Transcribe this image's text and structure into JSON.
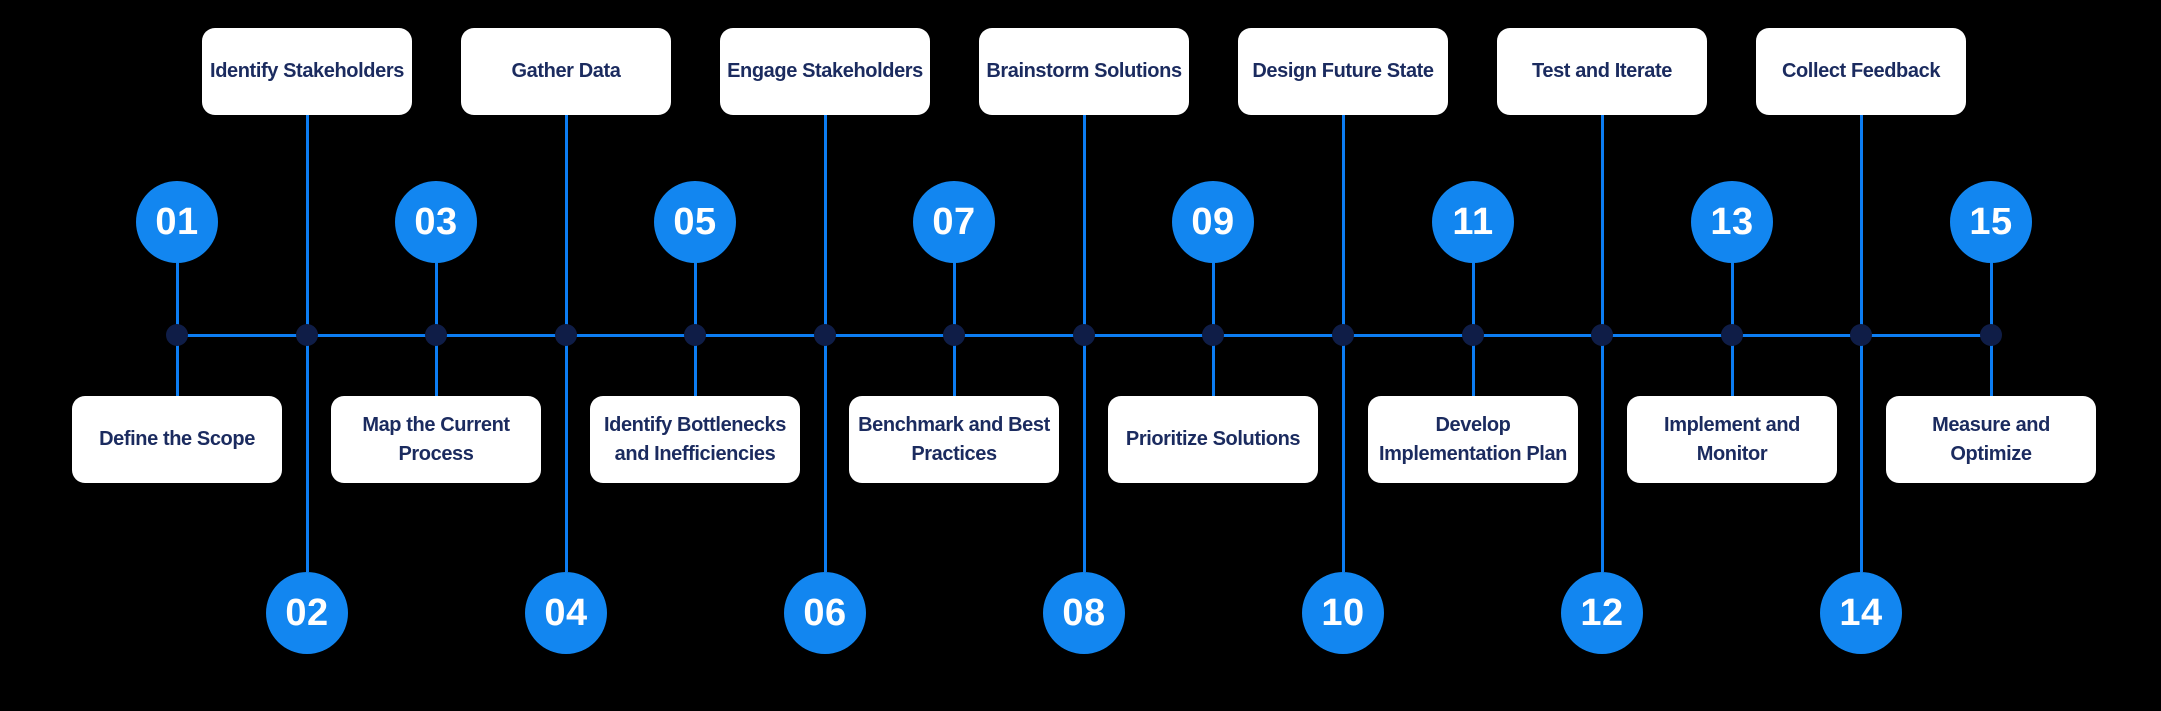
{
  "diagram": {
    "type": "process-timeline",
    "colors": {
      "background": "#000000",
      "circle_blue": "#1286F0",
      "line_blue": "#0C7DF2",
      "node_navy": "#0F1D47",
      "label_navy": "#1B2B5F",
      "box_white": "#FFFFFF"
    },
    "steps": [
      {
        "number": "01",
        "label": "Define the Scope"
      },
      {
        "number": "02",
        "label": "Identify Stakeholders"
      },
      {
        "number": "03",
        "label": "Map the Current Process"
      },
      {
        "number": "04",
        "label": "Gather Data"
      },
      {
        "number": "05",
        "label": "Identify Bottlenecks and Inefficiencies"
      },
      {
        "number": "06",
        "label": "Engage Stakeholders"
      },
      {
        "number": "07",
        "label": "Benchmark and Best Practices"
      },
      {
        "number": "08",
        "label": "Brainstorm Solutions"
      },
      {
        "number": "09",
        "label": "Prioritize Solutions"
      },
      {
        "number": "10",
        "label": "Design Future State"
      },
      {
        "number": "11",
        "label": "Develop Implementation Plan"
      },
      {
        "number": "12",
        "label": "Test and Iterate"
      },
      {
        "number": "13",
        "label": "Implement and Monitor"
      },
      {
        "number": "14",
        "label": "Collect Feedback"
      },
      {
        "number": "15",
        "label": "Measure and Optimize"
      }
    ]
  }
}
